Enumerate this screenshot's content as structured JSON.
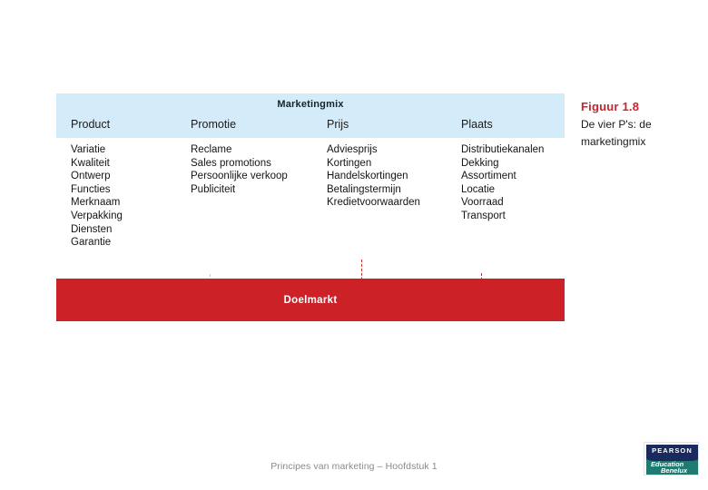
{
  "caption": {
    "figure_label": "Figuur 1.8",
    "description": "De vier P's: de marketingmix"
  },
  "diagram": {
    "header_title": "Marketingmix",
    "columns": [
      {
        "header": "Product",
        "items": [
          "Variatie",
          "Kwaliteit",
          "Ontwerp",
          "Functies",
          "Merknaam",
          "Verpakking",
          "Diensten",
          "Garantie"
        ]
      },
      {
        "header": "Promotie",
        "items": [
          "Reclame",
          "Sales promotions",
          "Persoonlijke verkoop",
          "Publiciteit"
        ]
      },
      {
        "header": "Prijs",
        "items": [
          "Adviesprijs",
          "Kortingen",
          "Handelskortingen",
          "Betalingstermijn",
          "Kredietvoorwaarden"
        ]
      },
      {
        "header": "Plaats",
        "items": [
          "Distributiekanalen",
          "Dekking",
          "Assortiment",
          "Locatie",
          "Voorraad",
          "Transport"
        ]
      }
    ],
    "target_bar_label": "Doelmarkt"
  },
  "footer": {
    "text": "Principes van marketing – Hoofdstuk 1"
  },
  "logo": {
    "brand": "PEARSON",
    "line1": "Education",
    "line2": "Benelux"
  },
  "colors": {
    "header_blue": "#d4ecfa",
    "target_red": "#cd2128",
    "caption_red": "#c8252c",
    "arrow_red": "#cd2a2a",
    "logo_navy": "#1b2a5e",
    "logo_teal": "#1f7a72"
  }
}
